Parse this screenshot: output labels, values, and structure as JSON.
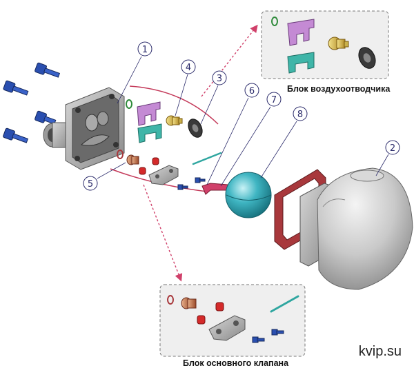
{
  "callouts": {
    "n1": "1",
    "n2": "2",
    "n3": "3",
    "n4": "4",
    "n5": "5",
    "n6": "6",
    "n7": "7",
    "n8": "8"
  },
  "insets": {
    "air_vent_title": "Блок воздухоотводчика",
    "main_valve_title": "Блок основного клапана"
  },
  "watermark": "kvip.su",
  "colors": {
    "leader": "#d0406a",
    "callout_ring": "#2a2a6a",
    "bolt_blue": "#2a4fb0",
    "ball_teal": "#2fa6b4",
    "gasket_red": "#a8383c",
    "inset_bg": "#efefef"
  }
}
